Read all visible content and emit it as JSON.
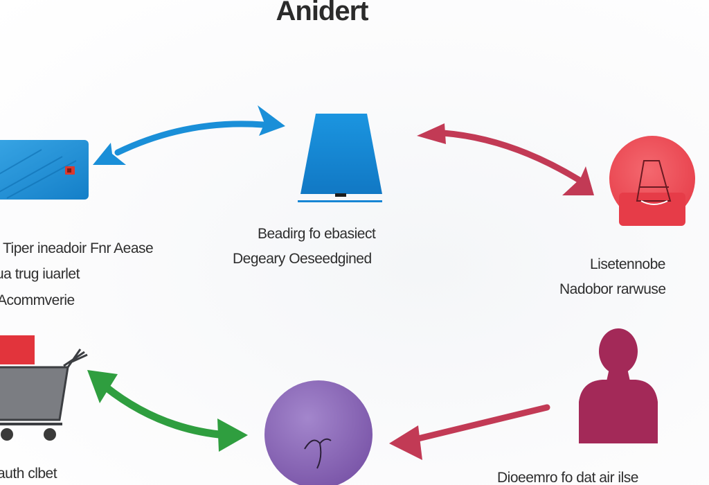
{
  "title": "Anidert",
  "colors": {
    "blue": "#1a8fd8",
    "red": "#c23a55",
    "green": "#2f9e3f",
    "purple": "#8e6bb8",
    "coral": "#ee4d57",
    "maroon": "#a22a55"
  },
  "nodes": {
    "card": {
      "icon": "credit-card-icon",
      "lines": [
        "Tiper ineadoir Fnr Aease",
        "ua trug iuarlet",
        "Acommverie"
      ]
    },
    "tablet": {
      "icon": "tablet-icon",
      "lines": [
        "Beadirg fo ebasiect",
        "Degeary Oeseedgined"
      ]
    },
    "badge": {
      "icon": "badge-letter-icon",
      "lines": [
        "Lisetennobe",
        "Nadobor rarwuse"
      ]
    },
    "cart": {
      "icon": "shopping-cart-icon",
      "lines": [
        "auth clbet"
      ]
    },
    "globe": {
      "icon": "globe-icon",
      "lines": []
    },
    "person": {
      "icon": "person-icon",
      "lines": [
        "Dioeemro fo dat air ilse"
      ]
    }
  }
}
